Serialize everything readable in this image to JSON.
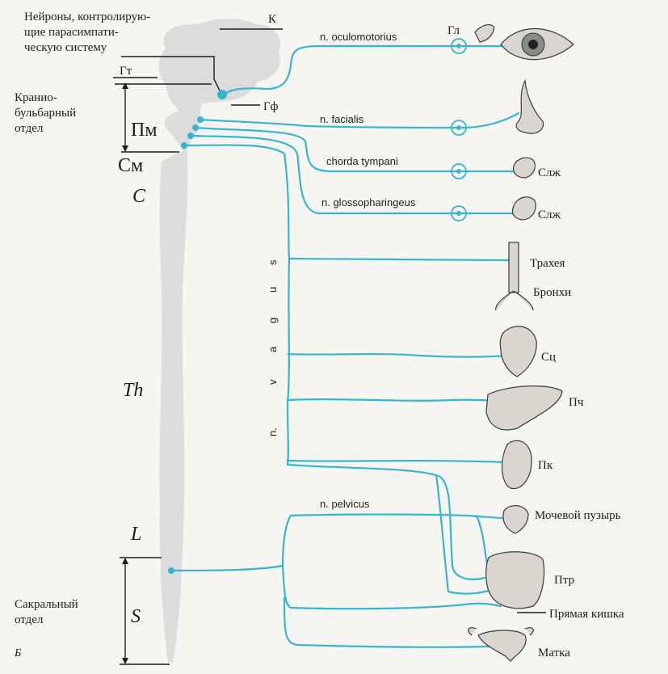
{
  "labels": {
    "neurons": [
      "Нейроны, контролирую-",
      "щие парасимпати-",
      "ческую систему"
    ],
    "k": "К",
    "gt": "Гт",
    "gf": "Гф",
    "cranio": [
      "Кранио-",
      "бульбарный",
      "отдел"
    ],
    "pm": "Пм",
    "sm": "См",
    "c": "C",
    "th": "Th",
    "l": "L",
    "s": "S",
    "sacral": [
      "Сакральный",
      "отдел"
    ],
    "b": "Б"
  },
  "nerves": {
    "oculomotorius": "n. oculomotorius",
    "facialis": "n. facialis",
    "chorda": "chorda tympani",
    "glosso": "n. glossopharingeus",
    "vagus": [
      "n.",
      "v",
      "a",
      "g",
      "u",
      "s"
    ],
    "pelvicus": "n. pelvicus"
  },
  "organs": {
    "gl": "Гл",
    "slzh1": "Слж",
    "slzh2": "Слж",
    "trachea": "Трахея",
    "bronchi": "Бронхи",
    "heart": "Сц",
    "liver": "Пч",
    "kidney": "Пк",
    "bladder": "Мочевой пузырь",
    "intestine": "Птр",
    "rectum": "Прямая кишка",
    "uterus": "Матка"
  },
  "colors": {
    "nerve": "#34b6cf",
    "cord": "#dcdcdc",
    "background": "#f7f5f1"
  }
}
